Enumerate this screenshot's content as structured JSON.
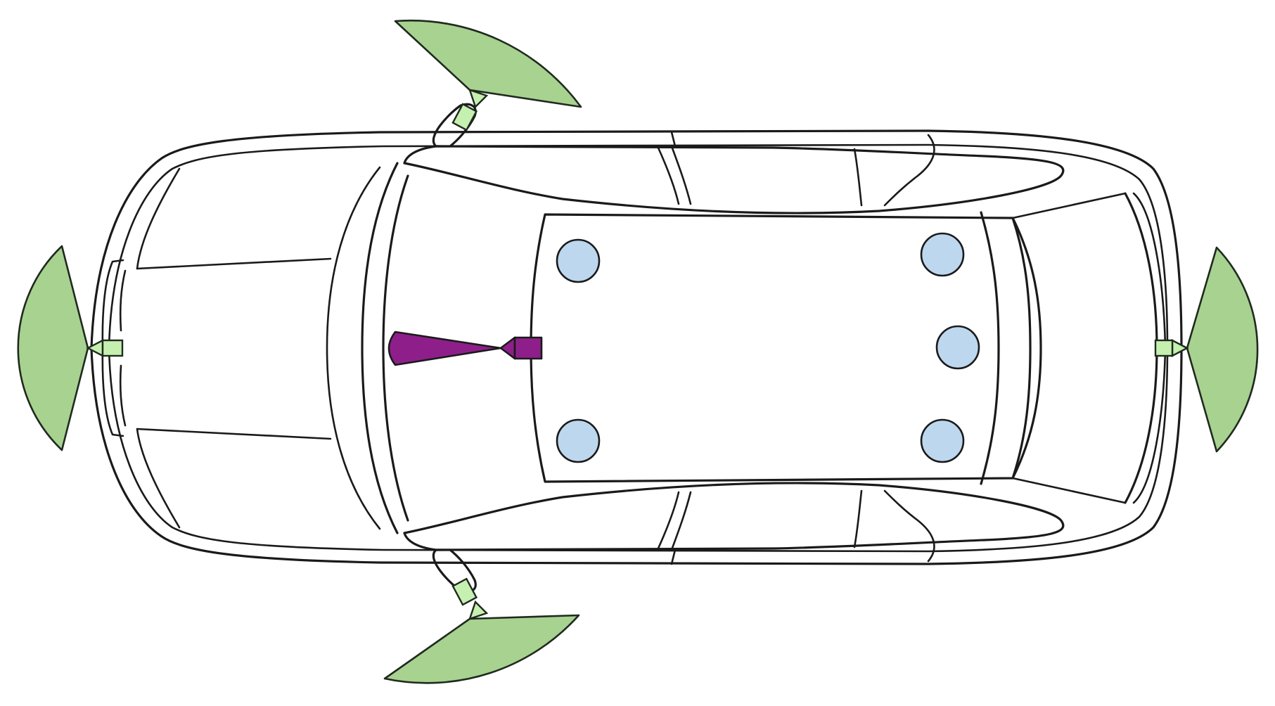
{
  "diagram": {
    "type": "vehicle-top-view-sensor-layout",
    "colors": {
      "outline": "#1a1a1a",
      "exterior_camera_fov": "#a8d28f",
      "exterior_camera_body": "#c6f0b0",
      "interior_camera": "#8e1f8a",
      "occupant_position": "#bdd7ee"
    },
    "exterior_cameras": [
      {
        "position": "front",
        "icon": "camera-icon"
      },
      {
        "position": "rear",
        "icon": "camera-icon"
      },
      {
        "position": "left-mirror",
        "icon": "camera-icon"
      },
      {
        "position": "right-mirror",
        "icon": "camera-icon"
      }
    ],
    "interior_camera": {
      "position": "dashboard-center",
      "facing": "forward",
      "icon": "camera-icon"
    },
    "occupant_positions": [
      {
        "row": "front",
        "side": "left"
      },
      {
        "row": "front",
        "side": "right"
      },
      {
        "row": "rear",
        "side": "left"
      },
      {
        "row": "rear",
        "side": "center"
      },
      {
        "row": "rear",
        "side": "right"
      }
    ]
  }
}
